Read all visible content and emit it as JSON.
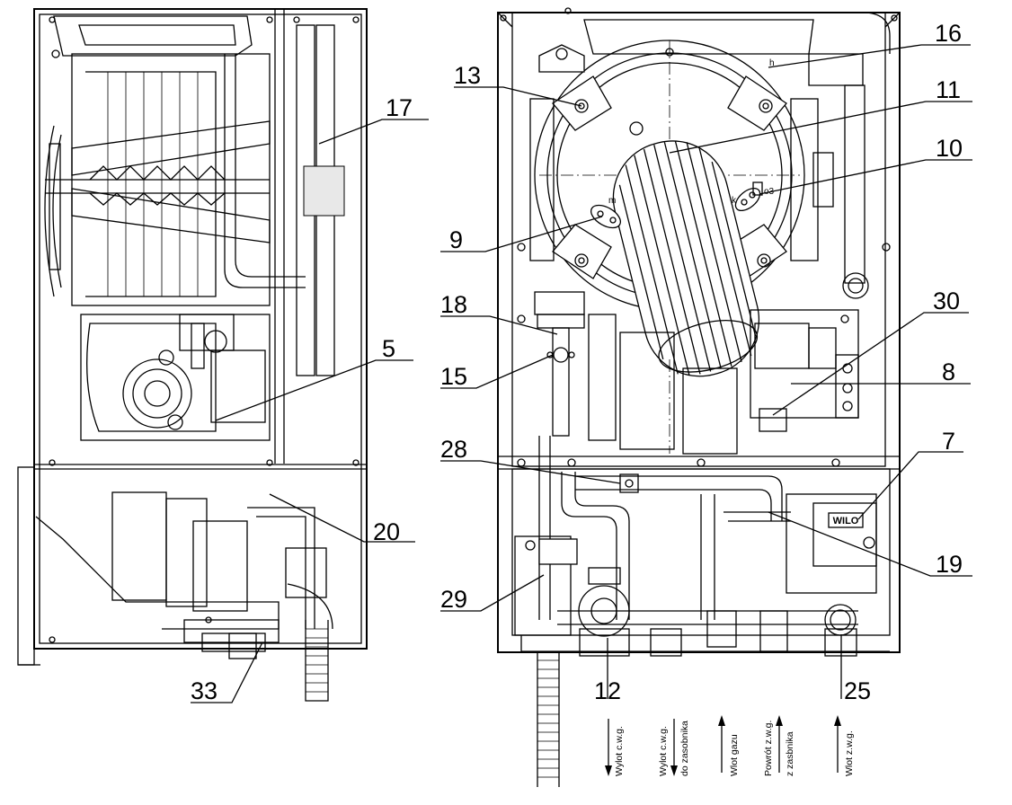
{
  "left_view": {
    "callouts": [
      {
        "id": "17",
        "label": "17"
      },
      {
        "id": "5",
        "label": "5"
      },
      {
        "id": "20",
        "label": "20"
      },
      {
        "id": "33",
        "label": "33"
      }
    ]
  },
  "right_view": {
    "callouts": [
      {
        "id": "16",
        "label": "16"
      },
      {
        "id": "13",
        "label": "13"
      },
      {
        "id": "11",
        "label": "11"
      },
      {
        "id": "10",
        "label": "10"
      },
      {
        "id": "9",
        "label": "9"
      },
      {
        "id": "18",
        "label": "18"
      },
      {
        "id": "30",
        "label": "30"
      },
      {
        "id": "15",
        "label": "15"
      },
      {
        "id": "8",
        "label": "8"
      },
      {
        "id": "28",
        "label": "28"
      },
      {
        "id": "7",
        "label": "7"
      },
      {
        "id": "19",
        "label": "19"
      },
      {
        "id": "29",
        "label": "29"
      },
      {
        "id": "12",
        "label": "12"
      },
      {
        "id": "25",
        "label": "25"
      }
    ],
    "small_marks": {
      "h": "h",
      "m": "m",
      "k": "k",
      "o3": "o3",
      "pump_brand": "WILO"
    }
  },
  "connections": [
    {
      "id": "dhw-out",
      "line1": "Wylot c.w.g.",
      "line2": "",
      "direction": "down"
    },
    {
      "id": "dhw-out-tank",
      "line1": "Wylot c.w.g.",
      "line2": "do zasobnika",
      "direction": "down"
    },
    {
      "id": "gas-in",
      "line1": "Wlot gazu",
      "line2": "",
      "direction": "up"
    },
    {
      "id": "return-tank",
      "line1": "Powrót z.w.g.",
      "line2": "z zasbnika",
      "direction": "up"
    },
    {
      "id": "cw-in",
      "line1": "Wlot z.w.g.",
      "line2": "",
      "direction": "up"
    }
  ]
}
